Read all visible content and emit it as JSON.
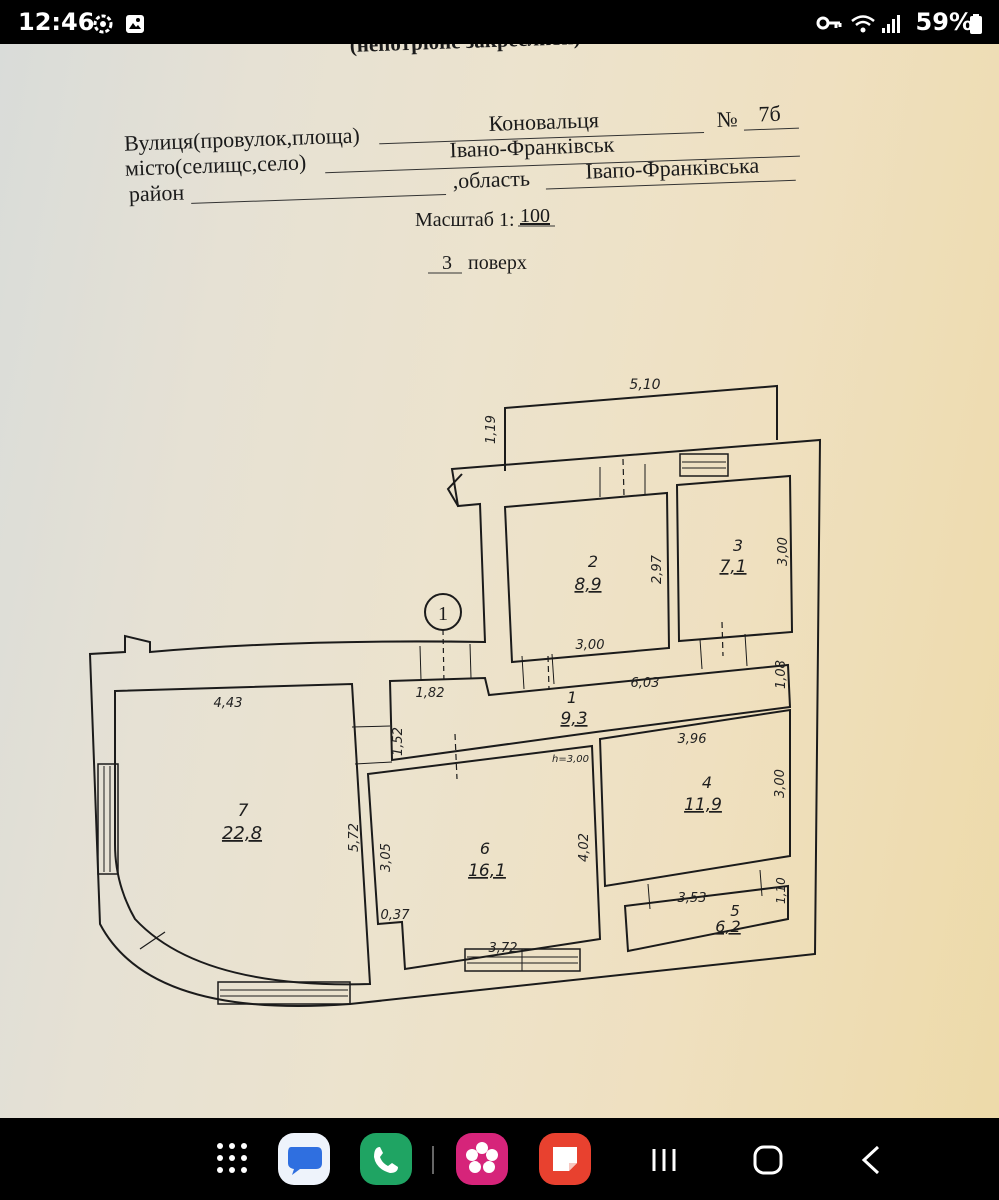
{
  "status_bar": {
    "time": "12:46",
    "battery": "59%"
  },
  "document": {
    "top_cut": "(непотрібне закреслити)",
    "street_label": "Вулиця(провулок,площа)",
    "street_value": "Коновальця",
    "number_label": "№",
    "number_value": "7б",
    "city_label": "місто(селищс,село)",
    "city_value": "Івано-Франківськ",
    "district_label": "район",
    "region_label": ",область",
    "region_value": "Івапо-Франківська",
    "scale_label": "Масштаб 1:",
    "scale_value": "100",
    "floor_number": "3",
    "floor_label": "поверх"
  },
  "plan": {
    "axis_marker": "1",
    "rooms": [
      {
        "number": "1",
        "area": "9,3"
      },
      {
        "number": "2",
        "area": "8,9"
      },
      {
        "number": "3",
        "area": "7,1"
      },
      {
        "number": "4",
        "area": "11,9"
      },
      {
        "number": "5",
        "area": "6,2"
      },
      {
        "number": "6",
        "area": "16,1"
      },
      {
        "number": "7",
        "area": "22,8"
      }
    ],
    "dimensions": [
      "5,10",
      "1,19",
      "2,97",
      "3,00",
      "3,00",
      "6,03",
      "1,08",
      "1,82",
      "1,52",
      "3,96",
      "3,00",
      "4,43",
      "5,72",
      "3,05",
      "4,02",
      "0,37",
      "3,72",
      "3,53",
      "1,10"
    ],
    "height_note": "h=3,00"
  },
  "nav_bar": {
    "apps": [
      "apps-grid",
      "messages",
      "phone",
      "blossom",
      "notes"
    ]
  }
}
